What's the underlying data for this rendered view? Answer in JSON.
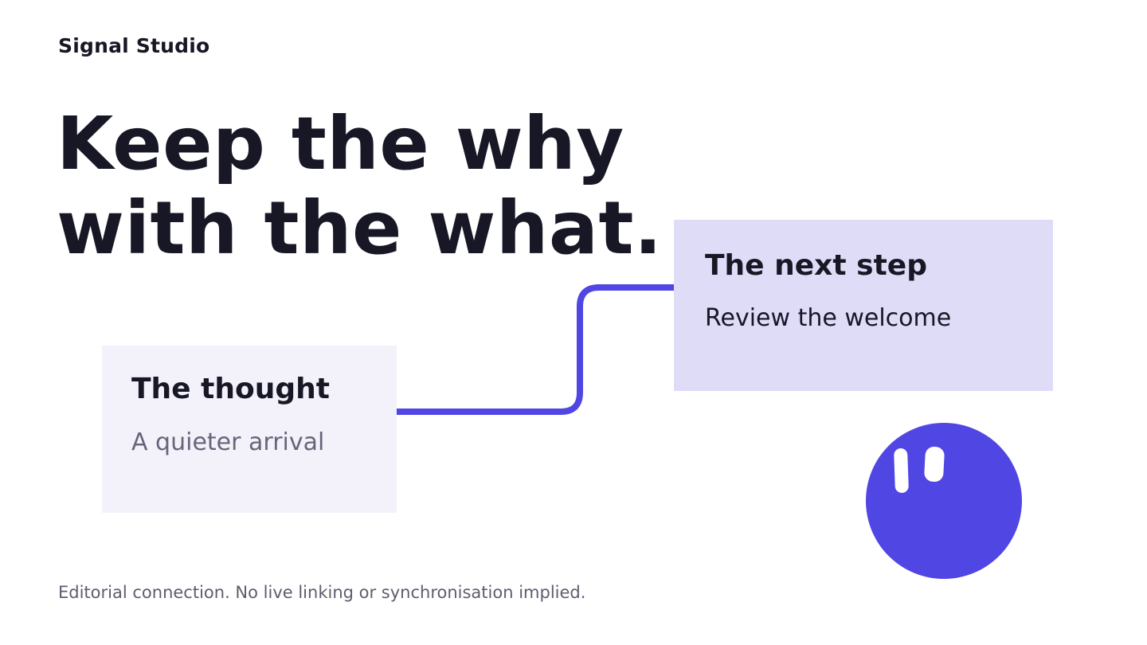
{
  "brand": {
    "name": "Signal Studio"
  },
  "headline": {
    "line1": "Keep the why",
    "line2": "with the what."
  },
  "cards": {
    "thought": {
      "title": "The thought",
      "body": "A quieter arrival"
    },
    "next_step": {
      "title": "The next step",
      "body": "Review the welcome"
    }
  },
  "footnote": "Editorial connection. No live linking or synchronisation implied.",
  "icons": {
    "mascot": "mascot-icon",
    "connector": "connector-line"
  },
  "colors": {
    "accent": "#5046e4",
    "text": "#171725",
    "muted_text": "#676579",
    "thought_card_bg": "#f3f2fb",
    "next_card_bg": "#dfdcf8"
  }
}
